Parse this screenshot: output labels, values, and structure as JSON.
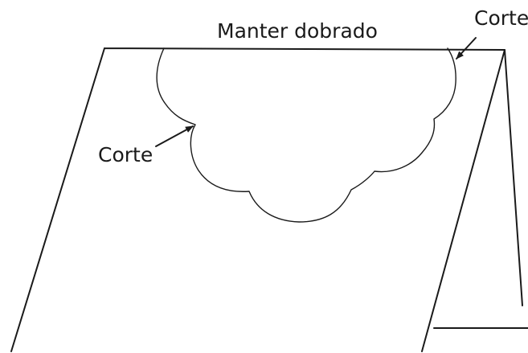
{
  "labels": {
    "fold": "Manter dobrado",
    "cut_top": "Corte",
    "cut_left": "Corte"
  }
}
